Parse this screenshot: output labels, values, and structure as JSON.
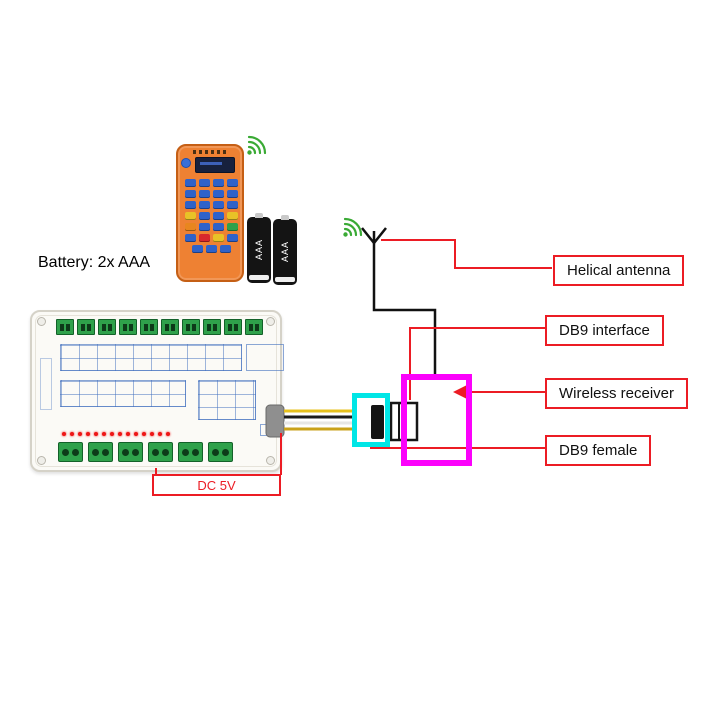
{
  "colors": {
    "red": "#ec1c24",
    "cyan": "#00e6e6",
    "magenta": "#fb02fb",
    "green": "#3aaa35",
    "orange": "#ee8133",
    "board_green": "#2fa14b"
  },
  "texts": {
    "battery_note": "Battery: 2x AAA",
    "battery_cell": "AAA",
    "dc_label": "DC 5V"
  },
  "callouts": [
    {
      "id": "helical-antenna",
      "label": "Helical antenna"
    },
    {
      "id": "db9-interface",
      "label": "DB9 interface"
    },
    {
      "id": "wireless-receiver",
      "label": "Wireless receiver"
    },
    {
      "id": "db9-female",
      "label": "DB9 female"
    }
  ],
  "icons": {
    "remote_signal": "wireless-signal-icon",
    "antenna_signal": "wireless-signal-icon",
    "antenna": "antenna-symbol"
  },
  "remote_keys": [
    [
      "#2f62c9",
      "#2f62c9",
      "#2f62c9",
      "#2f62c9"
    ],
    [
      "#2f62c9",
      "#2f62c9",
      "#2f62c9",
      "#2f62c9"
    ],
    [
      "#2f62c9",
      "#2f62c9",
      "#2f62c9",
      "#2f62c9"
    ],
    [
      "#e8c227",
      "#2f62c9",
      "#2f62c9",
      "#e8c227"
    ],
    [
      "#e8861f",
      "#2f62c9",
      "#2f62c9",
      "#2fa14b"
    ],
    [
      "#2f62c9",
      "#d8272c",
      "#e8c227",
      "#2f62c9"
    ],
    [
      "#2f62c9",
      "#2f62c9",
      "#2f62c9"
    ]
  ],
  "board": {
    "top_terminals": 10,
    "bottom_terminals": 6,
    "leds": 14
  }
}
